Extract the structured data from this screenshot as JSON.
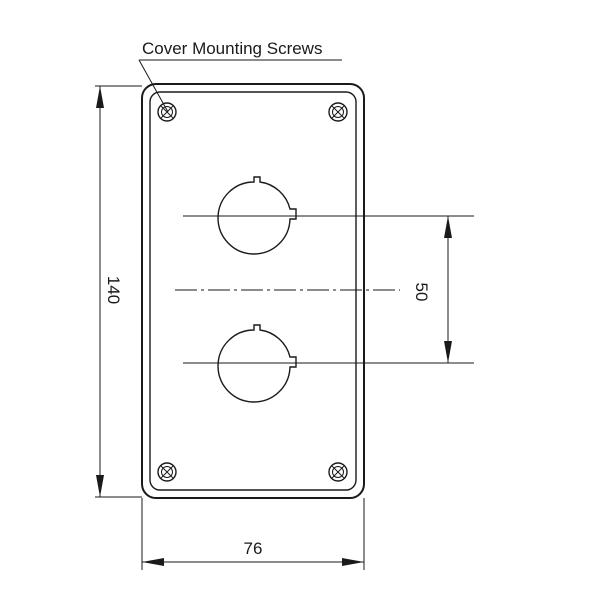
{
  "callout": {
    "text": "Cover Mounting Screws"
  },
  "dimensions": {
    "height": "140",
    "width": "76",
    "spacing": "50"
  },
  "colors": {
    "line": "#1a1a1a",
    "background": "#ffffff"
  },
  "icons": {
    "screw": "phillips-screw-icon",
    "hole": "button-hole-icon"
  }
}
